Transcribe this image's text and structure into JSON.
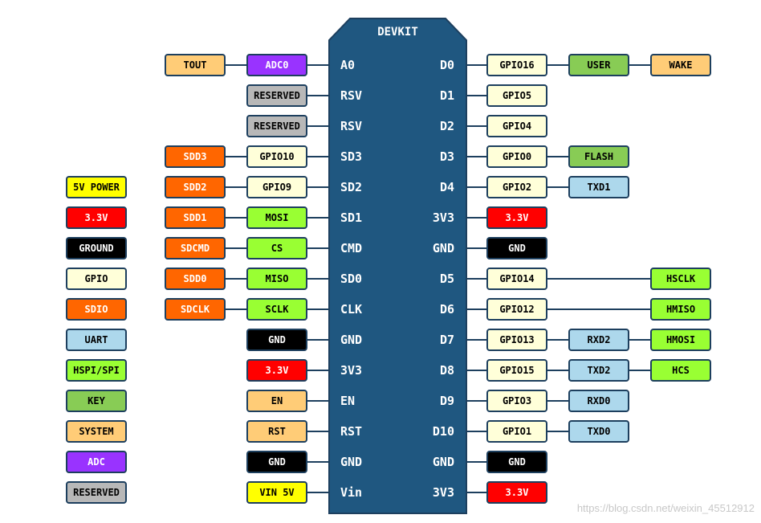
{
  "board": {
    "title": "DEVKIT"
  },
  "colors": {
    "board": "#1f5780",
    "border": "#1d3f5e",
    "line": "#1d3f5e",
    "power_5v": "#ffff00",
    "power_33": "#ff0000",
    "ground": "#000000",
    "gpio": "#ffffd9",
    "sdio": "#ff6600",
    "uart": "#add8ec",
    "spi": "#99ff33",
    "key": "#88cc55",
    "system": "#ffcc77",
    "adc": "#9933ff",
    "reserved": "#b8b8b8"
  },
  "legend": [
    {
      "label": "5V POWER",
      "color": "power_5v"
    },
    {
      "label": "3.3V",
      "color": "power_33"
    },
    {
      "label": "GROUND",
      "color": "ground"
    },
    {
      "label": "GPIO",
      "color": "gpio"
    },
    {
      "label": "SDIO",
      "color": "sdio"
    },
    {
      "label": "UART",
      "color": "uart"
    },
    {
      "label": "HSPI/SPI",
      "color": "spi"
    },
    {
      "label": "KEY",
      "color": "key"
    },
    {
      "label": "SYSTEM",
      "color": "system"
    },
    {
      "label": "ADC",
      "color": "adc"
    },
    {
      "label": "RESERVED",
      "color": "reserved"
    }
  ],
  "left_pins": [
    {
      "pin": "A0",
      "labels": [
        {
          "text": "ADC0",
          "color": "adc"
        },
        {
          "text": "TOUT",
          "color": "system"
        }
      ]
    },
    {
      "pin": "RSV",
      "labels": [
        {
          "text": "RESERVED",
          "color": "reserved"
        }
      ]
    },
    {
      "pin": "RSV",
      "labels": [
        {
          "text": "RESERVED",
          "color": "reserved"
        }
      ]
    },
    {
      "pin": "SD3",
      "labels": [
        {
          "text": "GPIO10",
          "color": "gpio"
        },
        {
          "text": "SDD3",
          "color": "sdio"
        }
      ]
    },
    {
      "pin": "SD2",
      "labels": [
        {
          "text": "GPIO9",
          "color": "gpio"
        },
        {
          "text": "SDD2",
          "color": "sdio"
        }
      ]
    },
    {
      "pin": "SD1",
      "labels": [
        {
          "text": "MOSI",
          "color": "spi"
        },
        {
          "text": "SDD1",
          "color": "sdio"
        }
      ]
    },
    {
      "pin": "CMD",
      "labels": [
        {
          "text": "CS",
          "color": "spi"
        },
        {
          "text": "SDCMD",
          "color": "sdio"
        }
      ]
    },
    {
      "pin": "SD0",
      "labels": [
        {
          "text": "MISO",
          "color": "spi"
        },
        {
          "text": "SDD0",
          "color": "sdio"
        }
      ]
    },
    {
      "pin": "CLK",
      "labels": [
        {
          "text": "SCLK",
          "color": "spi"
        },
        {
          "text": "SDCLK",
          "color": "sdio"
        }
      ]
    },
    {
      "pin": "GND",
      "labels": [
        {
          "text": "GND",
          "color": "ground"
        }
      ]
    },
    {
      "pin": "3V3",
      "labels": [
        {
          "text": "3.3V",
          "color": "power_33"
        }
      ]
    },
    {
      "pin": "EN",
      "labels": [
        {
          "text": "EN",
          "color": "system"
        }
      ]
    },
    {
      "pin": "RST",
      "labels": [
        {
          "text": "RST",
          "color": "system"
        }
      ]
    },
    {
      "pin": "GND",
      "labels": [
        {
          "text": "GND",
          "color": "ground"
        }
      ]
    },
    {
      "pin": "Vin",
      "labels": [
        {
          "text": "VIN 5V",
          "color": "power_5v"
        }
      ]
    }
  ],
  "right_pins": [
    {
      "pin": "D0",
      "labels": [
        {
          "text": "GPIO16",
          "color": "gpio",
          "col": 0
        },
        {
          "text": "USER",
          "color": "key",
          "col": 1
        },
        {
          "text": "WAKE",
          "color": "system",
          "col": 2
        }
      ]
    },
    {
      "pin": "D1",
      "labels": [
        {
          "text": "GPIO5",
          "color": "gpio",
          "col": 0
        }
      ]
    },
    {
      "pin": "D2",
      "labels": [
        {
          "text": "GPIO4",
          "color": "gpio",
          "col": 0
        }
      ]
    },
    {
      "pin": "D3",
      "labels": [
        {
          "text": "GPIO0",
          "color": "gpio",
          "col": 0
        },
        {
          "text": "FLASH",
          "color": "key",
          "col": 1
        }
      ]
    },
    {
      "pin": "D4",
      "labels": [
        {
          "text": "GPIO2",
          "color": "gpio",
          "col": 0
        },
        {
          "text": "TXD1",
          "color": "uart",
          "col": 1
        }
      ]
    },
    {
      "pin": "3V3",
      "labels": [
        {
          "text": "3.3V",
          "color": "power_33",
          "col": 0
        }
      ]
    },
    {
      "pin": "GND",
      "labels": [
        {
          "text": "GND",
          "color": "ground",
          "col": 0
        }
      ]
    },
    {
      "pin": "D5",
      "labels": [
        {
          "text": "GPIO14",
          "color": "gpio",
          "col": 0
        },
        {
          "text": "HSCLK",
          "color": "spi",
          "col": 2
        }
      ]
    },
    {
      "pin": "D6",
      "labels": [
        {
          "text": "GPIO12",
          "color": "gpio",
          "col": 0
        },
        {
          "text": "HMISO",
          "color": "spi",
          "col": 2
        }
      ]
    },
    {
      "pin": "D7",
      "labels": [
        {
          "text": "GPIO13",
          "color": "gpio",
          "col": 0
        },
        {
          "text": "RXD2",
          "color": "uart",
          "col": 1
        },
        {
          "text": "HMOSI",
          "color": "spi",
          "col": 2
        }
      ]
    },
    {
      "pin": "D8",
      "labels": [
        {
          "text": "GPIO15",
          "color": "gpio",
          "col": 0
        },
        {
          "text": "TXD2",
          "color": "uart",
          "col": 1
        },
        {
          "text": "HCS",
          "color": "spi",
          "col": 2
        }
      ]
    },
    {
      "pin": "D9",
      "labels": [
        {
          "text": "GPIO3",
          "color": "gpio",
          "col": 0
        },
        {
          "text": "RXD0",
          "color": "uart",
          "col": 1
        }
      ]
    },
    {
      "pin": "D10",
      "labels": [
        {
          "text": "GPIO1",
          "color": "gpio",
          "col": 0
        },
        {
          "text": "TXD0",
          "color": "uart",
          "col": 1
        }
      ]
    },
    {
      "pin": "GND",
      "labels": [
        {
          "text": "GND",
          "color": "ground",
          "col": 0
        }
      ]
    },
    {
      "pin": "3V3",
      "labels": [
        {
          "text": "3.3V",
          "color": "power_33",
          "col": 0
        }
      ]
    }
  ],
  "watermark": "https://blog.csdn.net/weixin_45512912"
}
